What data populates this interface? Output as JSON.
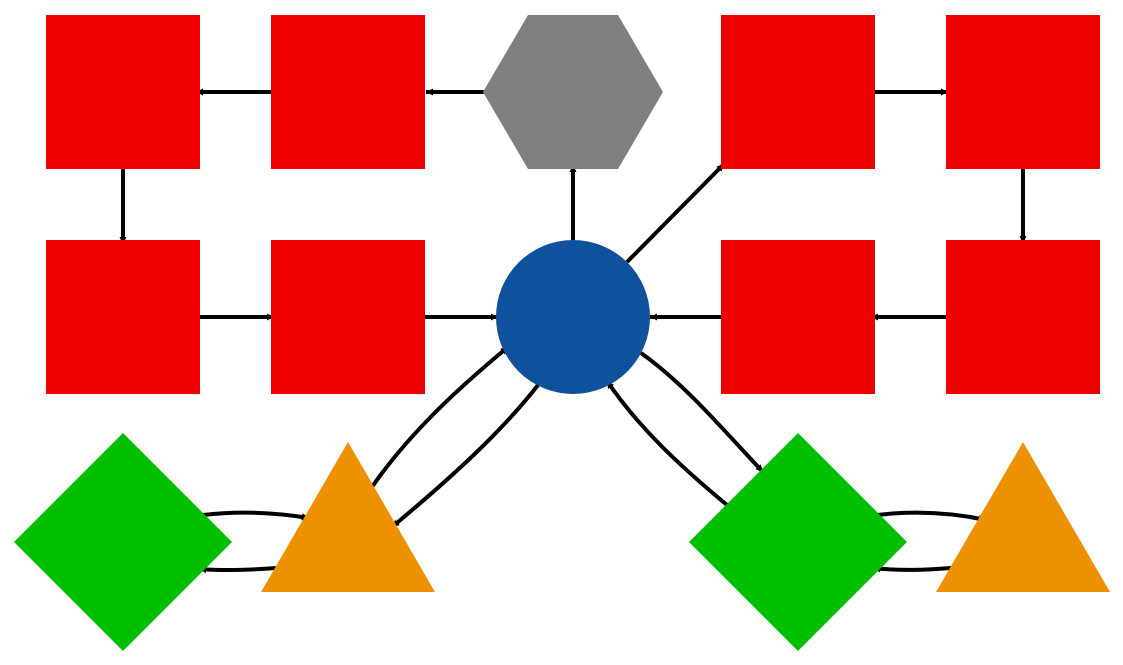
{
  "diagram": {
    "colors": {
      "square": "#EE0000",
      "hexagon": "#808080",
      "circle": "#0E519D",
      "diamond": "#00BF00",
      "triangle": "#EE9100",
      "edge": "#000000",
      "background": "#FFFFFF"
    },
    "nodes": [
      {
        "id": "hub",
        "shape": "circle",
        "color_key": "circle"
      },
      {
        "id": "hex",
        "shape": "hexagon",
        "color_key": "hexagon"
      },
      {
        "id": "sq-top-left",
        "shape": "square",
        "color_key": "square"
      },
      {
        "id": "sq-top-left-2",
        "shape": "square",
        "color_key": "square"
      },
      {
        "id": "sq-mid-left",
        "shape": "square",
        "color_key": "square"
      },
      {
        "id": "sq-mid-left-2",
        "shape": "square",
        "color_key": "square"
      },
      {
        "id": "sq-top-right",
        "shape": "square",
        "color_key": "square"
      },
      {
        "id": "sq-top-right-2",
        "shape": "square",
        "color_key": "square"
      },
      {
        "id": "sq-mid-right-2",
        "shape": "square",
        "color_key": "square"
      },
      {
        "id": "sq-mid-right",
        "shape": "square",
        "color_key": "square"
      },
      {
        "id": "diamond-left",
        "shape": "diamond",
        "color_key": "diamond"
      },
      {
        "id": "triangle-left",
        "shape": "triangle",
        "color_key": "triangle"
      },
      {
        "id": "diamond-right",
        "shape": "diamond",
        "color_key": "diamond"
      },
      {
        "id": "triangle-right",
        "shape": "triangle",
        "color_key": "triangle"
      }
    ],
    "edges": [
      {
        "from": "hex",
        "to": "sq-top-left-2"
      },
      {
        "from": "sq-top-left-2",
        "to": "sq-top-left"
      },
      {
        "from": "sq-top-left",
        "to": "sq-mid-left"
      },
      {
        "from": "sq-mid-left",
        "to": "sq-mid-left-2"
      },
      {
        "from": "sq-mid-left-2",
        "to": "hub"
      },
      {
        "from": "hub",
        "to": "hex"
      },
      {
        "from": "hub",
        "to": "sq-top-right"
      },
      {
        "from": "sq-top-right",
        "to": "sq-top-right-2"
      },
      {
        "from": "sq-top-right-2",
        "to": "sq-mid-right"
      },
      {
        "from": "sq-mid-right",
        "to": "sq-mid-right-2"
      },
      {
        "from": "sq-mid-right-2",
        "to": "hub"
      },
      {
        "from": "triangle-left",
        "to": "hub"
      },
      {
        "from": "hub",
        "to": "triangle-left"
      },
      {
        "from": "hub",
        "to": "diamond-right"
      },
      {
        "from": "diamond-right",
        "to": "hub"
      },
      {
        "from": "diamond-left",
        "to": "triangle-left"
      },
      {
        "from": "triangle-left",
        "to": "diamond-left"
      },
      {
        "from": "diamond-right",
        "to": "triangle-right"
      },
      {
        "from": "triangle-right",
        "to": "diamond-right"
      }
    ]
  }
}
